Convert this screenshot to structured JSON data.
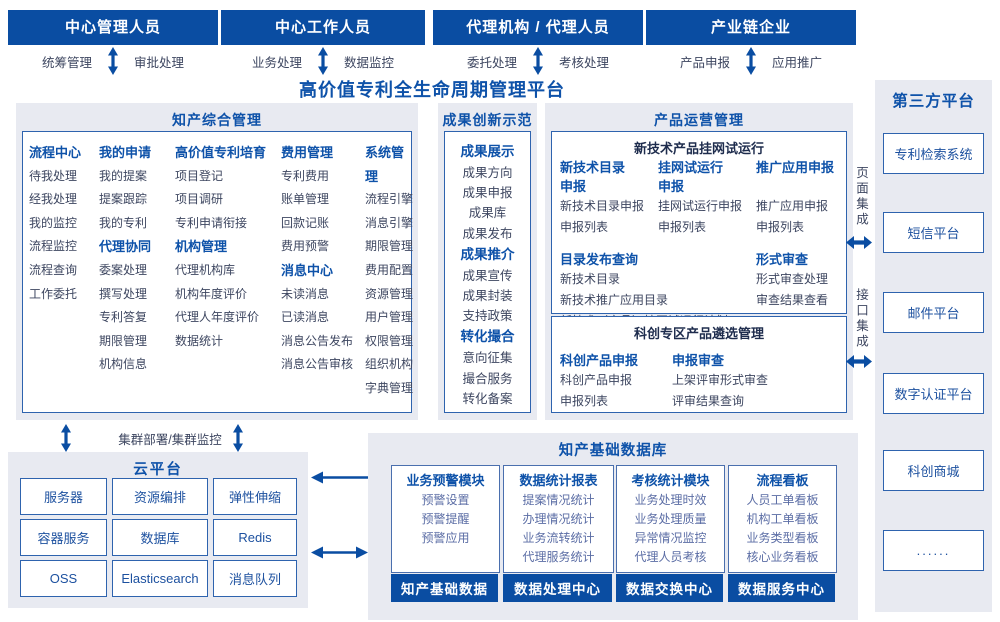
{
  "colors": {
    "deep_blue": "#0a4da2",
    "header_blue": "#0e52a9",
    "item_dark": "#3d4660",
    "item_light_blue": "#5b6da5",
    "box_text_blue": "#1c509f",
    "panel_gray": "#e8eaf1",
    "border_blue": "#2e63ae",
    "subtitle_navy": "#1e2c4d"
  },
  "top_groups": [
    {
      "title": "中心管理人员",
      "left_label": "统筹管理",
      "right_label": "审批处理"
    },
    {
      "title": "中心工作人员",
      "left_label": "业务处理",
      "right_label": "数据监控"
    },
    {
      "title": "代理机构 / 代理人员",
      "left_label": "委托处理",
      "right_label": "考核处理"
    },
    {
      "title": "产业链企业",
      "left_label": "产品申报",
      "right_label": "应用推广"
    }
  ],
  "main_title": "高价值专利全生命周期管理平台",
  "comprehensive": {
    "title": "知产综合管理",
    "columns": [
      [
        {
          "h": "流程中心",
          "items": [
            "待我处理",
            "经我处理",
            "我的监控",
            "流程监控",
            "流程查询",
            "工作委托"
          ]
        }
      ],
      [
        {
          "h": "我的申请",
          "items": [
            "我的提案",
            "提案跟踪",
            "我的专利"
          ]
        },
        {
          "h": "代理协同",
          "items": [
            "委案处理",
            "撰写处理",
            "专利答复",
            "期限管理",
            "机构信息"
          ]
        }
      ],
      [
        {
          "h": "高价值专利培育",
          "items": [
            "项目登记",
            "项目调研",
            "专利申请衔接"
          ]
        },
        {
          "h": "机构管理",
          "items": [
            "代理机构库",
            "机构年度评价",
            "代理人年度评价",
            "数据统计"
          ]
        }
      ],
      [
        {
          "h": "费用管理",
          "items": [
            "专利费用",
            "账单管理",
            "回款记账",
            "费用预警"
          ]
        },
        {
          "h": "消息中心",
          "items": [
            "未读消息",
            "已读消息",
            "消息公告发布",
            "消息公告审核"
          ]
        }
      ],
      [
        {
          "h": "系统管理",
          "items": [
            "流程引擎",
            "消息引擎",
            "期限管理",
            "费用配置",
            "资源管理",
            "用户管理",
            "权限管理",
            "组织机构",
            "字典管理"
          ]
        }
      ]
    ]
  },
  "innovation": {
    "title": "成果创新示范",
    "blocks": [
      {
        "h": "成果展示",
        "items": [
          "成果方向",
          "成果申报",
          "成果库",
          "成果发布"
        ]
      },
      {
        "h": "成果推介",
        "items": [
          "成果宣传",
          "成果封装",
          "支持政策"
        ]
      },
      {
        "h": "转化撮合",
        "items": [
          "意向征集",
          "撮合服务",
          "转化备案"
        ]
      }
    ]
  },
  "product_ops": {
    "title": "产品运营管理",
    "trial_box": {
      "subtitle": "新技术产品挂网试运行",
      "top_blocks": [
        {
          "h": "新技术目录\n申报",
          "items": [
            "新技术目录申报",
            "申报列表"
          ]
        },
        {
          "h": "挂网试运行\n申报",
          "items": [
            "挂网试运行申报",
            "申报列表"
          ]
        },
        {
          "h": "推广应用申报",
          "items": [
            "推广应用申报",
            "申报列表"
          ]
        }
      ],
      "catalog_block": {
        "h": "目录发布查询",
        "inline": true,
        "items": [
          "新技术目录",
          "新技术推广应用目录",
          "新技术（产品）挂网试运行计划"
        ]
      },
      "review_block": {
        "h": "形式审查",
        "items": [
          "形式审查处理",
          "审查结果查看"
        ]
      }
    },
    "select_box": {
      "subtitle": "科创专区产品遴选管理",
      "blocks": [
        {
          "h": "科创产品申报",
          "items": [
            "科创产品申报",
            "申报列表"
          ]
        },
        {
          "h": "申报审查",
          "items": [
            "上架评审形式审查",
            "评审结果查询"
          ]
        }
      ]
    }
  },
  "third_party": {
    "title": "第三方平台",
    "boxes": [
      "专利检索系统",
      "短信平台",
      "邮件平台",
      "数字认证平台",
      "科创商城",
      "......"
    ]
  },
  "integration": {
    "page_label": "页面集成",
    "api_label": "接口集成"
  },
  "cluster_label": "集群部署/集群监控",
  "cloud": {
    "title": "云平台",
    "boxes": [
      "服务器",
      "资源编排",
      "弹性伸缩",
      "容器服务",
      "数据库",
      "Redis",
      "OSS",
      "Elasticsearch",
      "消息队列"
    ]
  },
  "database": {
    "title": "知产基础数据库",
    "modules": [
      {
        "h": "业务预警模块",
        "items": [
          "预警设置",
          "预警提醒",
          "预警应用"
        ]
      },
      {
        "h": "数据统计报表",
        "items": [
          "提案情况统计",
          "办理情况统计",
          "业务流转统计",
          "代理服务统计"
        ]
      },
      {
        "h": "考核统计模块",
        "items": [
          "业务处理时效",
          "业务处理质量",
          "异常情况监控",
          "代理人员考核"
        ]
      },
      {
        "h": "流程看板",
        "items": [
          "人员工单看板",
          "机构工单看板",
          "业务类型看板",
          "核心业务看板"
        ]
      }
    ],
    "buttons": [
      "知产基础数据",
      "数据处理中心",
      "数据交换中心",
      "数据服务中心"
    ]
  }
}
